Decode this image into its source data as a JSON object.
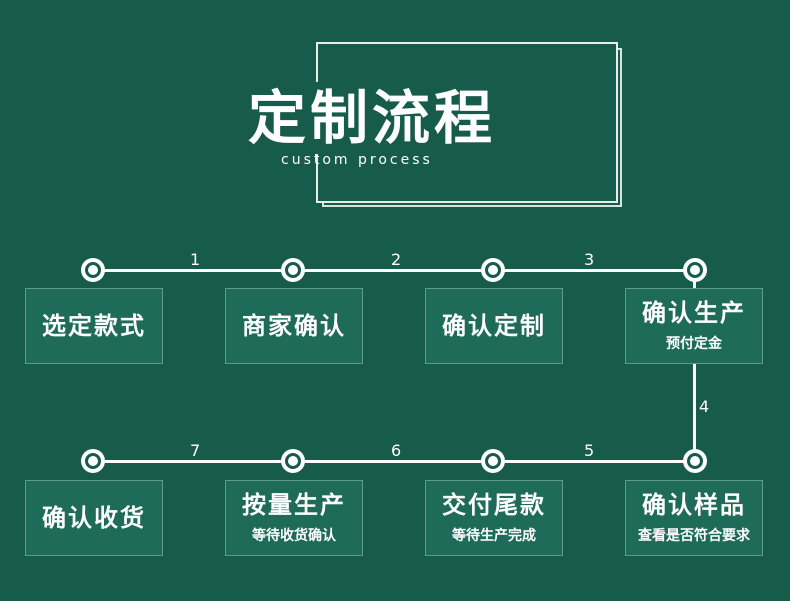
{
  "header": {
    "title": "定制流程",
    "subtitle": "custom process"
  },
  "steps_top": [
    {
      "label": "选定款式",
      "note": ""
    },
    {
      "label": "商家确认",
      "note": ""
    },
    {
      "label": "确认定制",
      "note": ""
    },
    {
      "label": "确认生产",
      "note": "预付定金"
    }
  ],
  "steps_bottom": [
    {
      "label": "确认收货",
      "note": ""
    },
    {
      "label": "按量生产",
      "note": "等待收货确认"
    },
    {
      "label": "交付尾款",
      "note": "等待生产完成"
    },
    {
      "label": "确认样品",
      "note": "查看是否符合要求"
    }
  ],
  "numbers": {
    "n1": "1",
    "n2": "2",
    "n3": "3",
    "n4": "4",
    "n5": "5",
    "n6": "6",
    "n7": "7"
  }
}
